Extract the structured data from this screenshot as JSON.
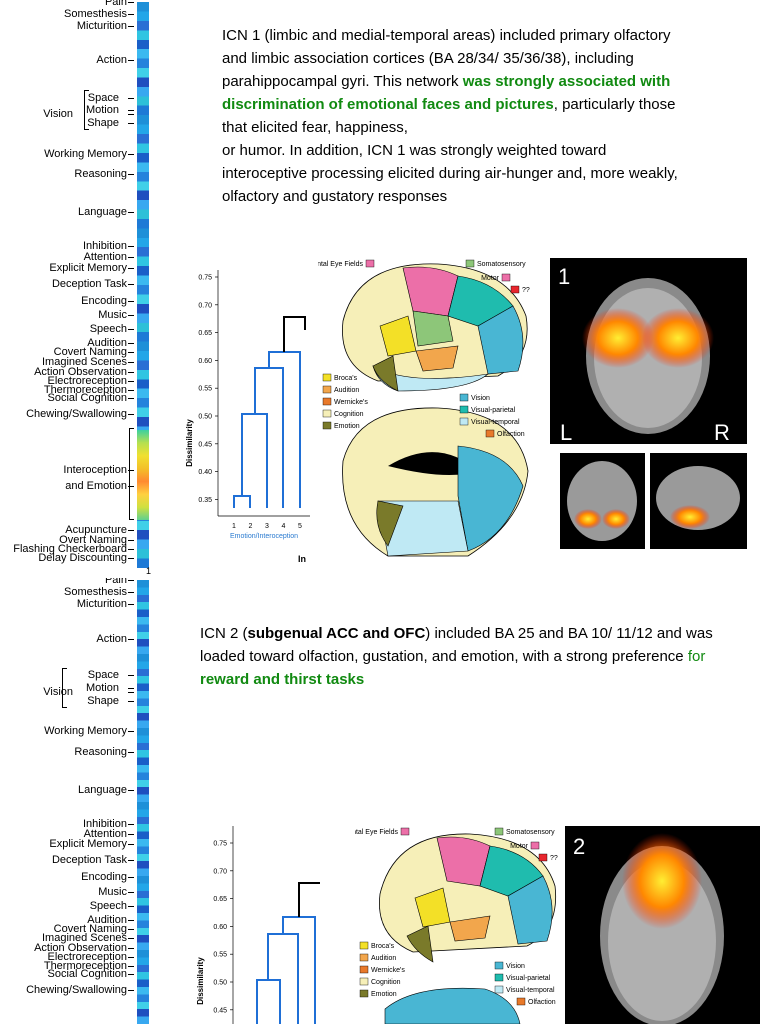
{
  "slide1": {
    "sidebar_labels": [
      "Pain",
      "Somesthesis",
      "Micturition",
      "Action",
      "Space",
      "Motion",
      "Shape",
      "Vision",
      "Working Memory",
      "Reasoning",
      "Language",
      "Inhibition",
      "Attention",
      "Explicit Memory",
      "Deception Task",
      "Encoding",
      "Music",
      "Speech",
      "Audition",
      "Covert Naming",
      "Imagined Scenes",
      "Action Observation",
      "Electroreception",
      "Thermoreception",
      "Social Cognition",
      "Chewing/Swallowing",
      "Interoception",
      "and Emotion",
      "Acupuncture",
      "Overt Naming",
      "Flashing Checkerboard",
      "Delay Discounting"
    ],
    "bar_bottom_label": "1",
    "text_before": "ICN 1 (limbic and medial-temporal areas) included primary olfactory and limbic association cortices (BA 28/34/ 35/36/38), including parahippocampal gyri. This network ",
    "text_highlight": "was strongly associated with discrimination of emotional faces and pictures",
    "text_after": ", particularly those that elicited fear, happiness,",
    "text_line2": "or humor. In addition, ICN 1 was strongly weighted toward interoceptive processing elicited during air-hunger and, more weakly, olfactory and gustatory responses",
    "dendro": {
      "ylabel": "Dissimilarity",
      "yticks": [
        "0.75",
        "0.70",
        "0.65",
        "0.60",
        "0.55",
        "0.50",
        "0.45",
        "0.40",
        "0.35"
      ],
      "xticks": [
        "1",
        "2",
        "3",
        "4",
        "5"
      ],
      "xlabel": "Emotion/Interoception",
      "corner_label": "In"
    },
    "brain_map": {
      "legend": [
        "Frontal Eye Fields",
        "Somatosensory",
        "Motor",
        "??",
        "Broca's",
        "Audition",
        "Wernicke's",
        "Cognition",
        "Emotion",
        "Vision",
        "Visual-parietal",
        "Visual-temporal",
        "Olfaction"
      ]
    },
    "scan": {
      "number": "1",
      "left": "L",
      "right": "R"
    }
  },
  "slide2": {
    "sidebar_labels": [
      "Pain",
      "Somesthesis",
      "Micturition",
      "Action",
      "Space",
      "Motion",
      "Shape",
      "Vision",
      "Working Memory",
      "Reasoning",
      "Language",
      "Inhibition",
      "Attention",
      "Explicit Memory",
      "Deception Task",
      "Encoding",
      "Music",
      "Speech",
      "Audition",
      "Covert Naming",
      "Imagined Scenes",
      "Action Observation",
      "Electroreception",
      "Thermoreception",
      "Social Cognition",
      "Chewing/Swallowing"
    ],
    "text_a": "ICN 2 (",
    "text_bold": "subgenual ACC and OFC",
    "text_b": ") included BA 25 and BA 10/ 11/12 and was loaded toward olfaction, gustation, and emotion, with a strong preference ",
    "text_for": "for",
    "text_highlight": " reward and thirst tasks",
    "dendro": {
      "ylabel": "Dissimilarity",
      "yticks": [
        "0.75",
        "0.70",
        "0.65",
        "0.60",
        "0.55",
        "0.50",
        "0.45"
      ]
    },
    "brain_map": {
      "legend": [
        "Frontal Eye Fields",
        "Somatosensory",
        "Motor",
        "??",
        "Broca's",
        "Audition",
        "Wernicke's",
        "Cognition",
        "Emotion",
        "Vision",
        "Visual-parietal",
        "Visual-temporal",
        "Olfaction"
      ]
    },
    "scan": {
      "number": "2"
    }
  }
}
